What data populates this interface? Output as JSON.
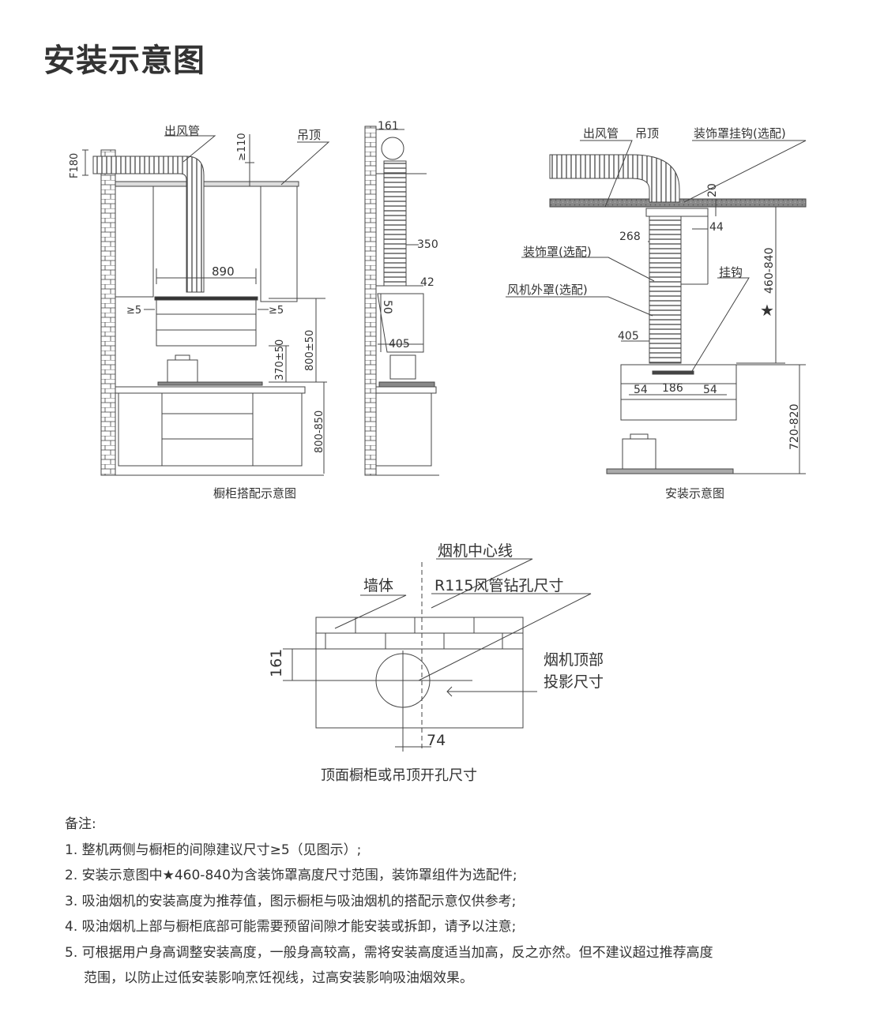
{
  "page_title": "安装示意图",
  "fig1": {
    "caption": "橱柜搭配示意图",
    "labels": {
      "duct": "出风管",
      "ceiling": "吊顶",
      "f180": "F180",
      "ge110": "≥110",
      "w890": "890",
      "gap_left": "≥5",
      "gap_right": "≥5",
      "h370": "370±50",
      "h800": "800±50",
      "h800_850": "800-850"
    }
  },
  "fig2": {
    "labels": {
      "d161": "161",
      "d350": "350",
      "d42": "42",
      "d50": "50",
      "d405": "405"
    }
  },
  "fig3": {
    "caption": "安装示意图",
    "labels": {
      "duct": "出风管",
      "ceiling": "吊顶",
      "hook_opt": "装饰罩挂钩(选配)",
      "d20": "20",
      "d268": "268",
      "d44": "44",
      "cover_opt": "装饰罩(选配)",
      "hook": "挂钩",
      "h460_840": "460-840",
      "star": "★",
      "fan_cover": "风机外罩(选配)",
      "d405": "405",
      "d54a": "54",
      "d186": "186",
      "d54b": "54",
      "h720_820": "720-820"
    }
  },
  "fig4": {
    "caption": "顶面橱柜或吊顶开孔尺寸",
    "labels": {
      "centerline": "烟机中心线",
      "wall": "墙体",
      "hole": "R115风管钻孔尺寸",
      "proj_1": "烟机顶部",
      "proj_2": "投影尺寸",
      "d161": "161",
      "d74": "74"
    }
  },
  "notes": {
    "heading": "备注:",
    "items": [
      "1. 整机两侧与橱柜的间隙建议尺寸≥5（见图示）;",
      "2. 安装示意图中★460-840为含装饰罩高度尺寸范围，装饰罩组件为选配件;",
      "3. 吸油烟机的安装高度为推荐值，图示橱柜与吸油烟机的搭配示意仅供参考;",
      "4. 吸油烟机上部与橱柜底部可能需要预留间隙才能安装或拆卸，请予以注意;",
      "5. 可根据用户身高调整安装高度，一般身高较高，需将安装高度适当加高，反之亦然。但不建议超过推荐高度"
    ],
    "item5_cont": "范围，以防止过低安装影响烹饪视线，过高安装影响吸油烟效果。"
  }
}
